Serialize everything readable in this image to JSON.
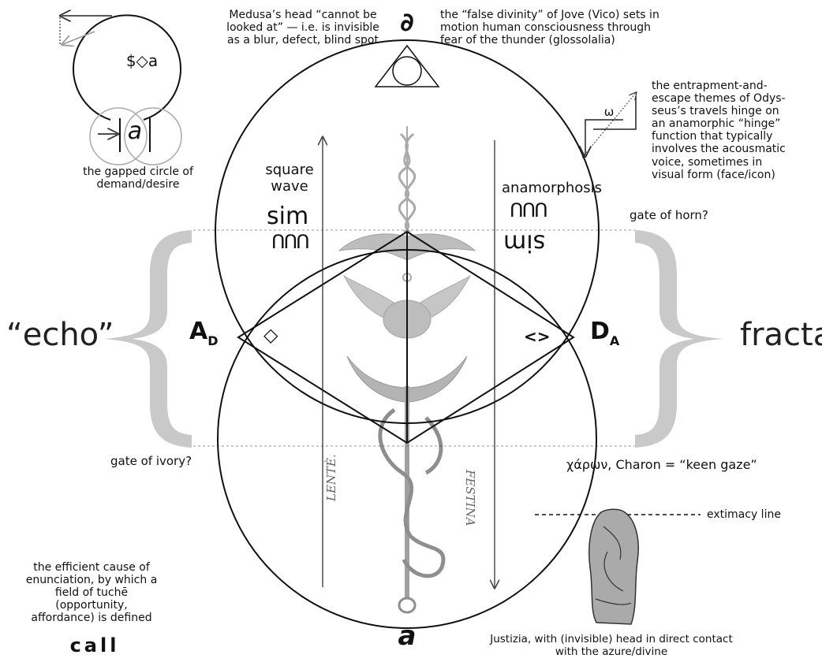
{
  "notes": {
    "medusa": "Medusa’s head “cannot be looked at” — i.e. is invisible as a blur, defect, blind spot",
    "jove": "the “false divinity” of Jove (Vico) sets in motion human consciousness through fear of the thunder (glossolalia)",
    "odysseus": "the entrapment-and-escape themes of Odys-seus’s travels hinge on an anamorphic “hinge” function that typically involves the acousmatic voice, sometimes in visual form (face/icon)",
    "gapped_circle": "the gapped circle of demand/desire",
    "efficient_cause": "the efficient cause of enunciation, by which a field of tuchē (opportunity, affordance) is defined",
    "justizia": "Justizia, with (invisible) head in direct contact with the azure/divine"
  },
  "labels": {
    "top_symbol": "∂",
    "bottom_symbol": "a",
    "matheme": "$◇a",
    "small_a": "a",
    "omega": "ω",
    "square_wave": "square wave",
    "anamorphosis": "anamorphosis",
    "sim_left": "sim",
    "sim_right": "sim",
    "wave_glyph": "ՈՈՈ",
    "gate_horn": "gate of horn?",
    "gate_ivory": "gate of ivory?",
    "echo": "“echo”",
    "fractal": "fractal",
    "AD_main": "A",
    "AD_sub": "D",
    "DA_main": "D",
    "DA_sub": "A",
    "lozenge": "◇",
    "angle_brackets": "<>",
    "charon": "χάρων, Charon = “keen gaze”",
    "extimacy": "extimacy line",
    "call": "call",
    "lente": "LENTÈ.",
    "festina": "FESTINA"
  }
}
